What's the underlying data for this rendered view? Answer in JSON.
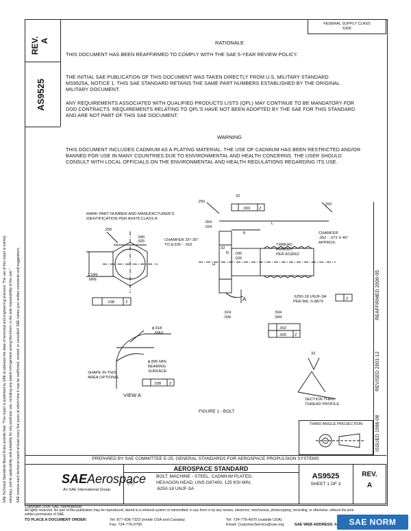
{
  "header": {
    "rev_label": "REV.",
    "rev_value": "A",
    "doc_number": "AS9525",
    "federal_supply_class_label": "FEDERAL SUPPLY CLASS",
    "federal_supply_class_value": "5306"
  },
  "side_notice": {
    "line1": "SAE Technical Standards Board Rules provide that: \"This report is published by SAE to advance the state of technical and engineering sciences. The use of this report is entirely",
    "line2": "voluntary, and its applicability and suitability for any particular use, including any patent infringement arising therefrom, is the sole responsibility of the user.\"",
    "line3": "SAE reviews each technical report at least every five years at which time it may be reaffirmed, revised, or cancelled. SAE invites your written comments and suggestions."
  },
  "rationale": {
    "title": "RATIONALE",
    "p1": "THIS DOCUMENT HAS BEEN REAFFIRMED TO COMPLY WITH THE SAE 5-YEAR REVIEW POLICY.",
    "p2": "THE INITIAL SAE PUBLICATION OF THIS DOCUMENT WAS TAKEN DIRECTLY FROM U.S. MILITARY STANDARD MS9525A, NOTICE 1. THIS SAE STANDARD RETAINS THE SAME PART NUMBERS ESTABLISHED BY THE ORIGINAL MILITARY DOCUMENT.",
    "p3": "ANY REQUIREMENTS ASSOCIATED WITH QUALIFIED PRODUCTS LISTS (QPL) MAY CONTINUE TO BE MANDATORY FOR DOD CONTRACTS. REQUIREMENTS RELATING TO QPL'S HAVE NOT BEEN ADOPTED BY THE SAE FOR THIS STANDARD AND ARE NOT PART OF THIS SAE DOCUMENT."
  },
  "warning": {
    "title": "WARNING",
    "text": "THIS DOCUMENT INCLUDES CADMIUM AS A PLATING MATERIAL. THE USE OF CADMIUM HAS BEEN RESTRICTED AND/OR BANNED FOR USE IN MANY COUNTRIES DUE TO ENVIRONMENTAL AND HEALTH CONCERNS. THE USER SHOULD CONSULT WITH LOCAL OFFICIALS ON THE ENVIRONMENTAL AND HEALTH REGULATIONS REGARDING ITS USE."
  },
  "drawing": {
    "mark_note": "MARK PART NUMBER AND MANUFACTURER'S IDENTIFICATION PER AS478 CLASS A",
    "dim_250a": ".250",
    "dim_940": ".940",
    "dim_925": ".925",
    "chamfer_head": "CHAMFER 25°-35°",
    "chamfer_head2": "TO ϕ.936 - .916",
    "dim_1049": "1.049",
    "min": "MIN",
    "tol_038": ".038",
    "datum_z": "Z",
    "dim_250b": ".250",
    "dim_32a": "32",
    "tol_003": ".003",
    "datum_z2": "Z",
    "dim_L": "L",
    "dim_354": ".354",
    "dim_334": ".334",
    "dim_K": "K",
    "dim_030": ".030",
    "dim_025": ".025",
    "dim_R": "R",
    "dim_H": "H",
    "dim_32b": "32",
    "thread_runout": "THREAD",
    "thread_runout2": "RUNOUT",
    "thread_runout3": "PER AS3062",
    "chamfer_tip": "CHAMFER",
    "chamfer_tip2": ".052 - .072 X 45°",
    "chamfer_tip3": "APPROX.",
    "dim_250c": ".250",
    "thread_spec": ".6250-18 UNJF-3A",
    "thread_spec2": "PER MIL-S-8879",
    "datum_z3": "Z",
    "dim_024": ".024",
    "dim_006": ".006",
    "dim_594": ".594",
    "dim_584": ".584",
    "tol_002": ".002",
    "tol_005": ".005",
    "datum_z4": "Z",
    "arrow_A": "A",
    "dim_918": "ϕ.918",
    "max": "MAX",
    "bearing1": "ϕ.895 MIN",
    "bearing2": "BEARING",
    "bearing3": "SURFACE",
    "tol_038b": ".038",
    "datum_z5": "Z",
    "shape_note": "SHAPE IN THIS",
    "shape_note2": "AREA OPTIONAL",
    "view_a": "VIEW A",
    "dim_32c": "32",
    "section_label": "SECTION THRU",
    "section_label2": "THREAD PROFILE",
    "figure_caption": "FIGURE 1 - BOLT"
  },
  "right_margin": {
    "reaffirmed": "REAFFIRMED 2006-05",
    "revised": "REVISED 2001-12",
    "issued": "ISSUED 1996-08"
  },
  "third_angle": "THIRD ANGLE PROJECTION",
  "prepared_by": "PREPARED BY SAE COMMITTEE E-25, GENERAL STANDARDS FOR AEROSPACE PROPULSION SYSTEMS",
  "title_block": {
    "logo_sae": "SAE",
    "logo_aero": "Aerospace",
    "logo_tag": "An SAE International Group",
    "std_title": "AEROSPACE STANDARD",
    "r_mark": "(R)",
    "desc1": "BOLT, MACHINE - STEEL, CADMIUM PLATED,",
    "desc2": "HEXAGON HEAD, UNS G87400, 125 KSI MIN,",
    "desc3": ".6250-18 UNJF-3A",
    "doc": "AS9525",
    "sheet": "SHEET 1 OF 3",
    "rev_label": "REV.",
    "rev_value": "A"
  },
  "footer": {
    "copyright": "Copyright 2006 SAE International",
    "rights": "All rights reserved. No part of this publication may be reproduced, stored in a retrieval system or transmitted, in any form or by any means, electronic, mechanical, photocopying, recording, or otherwise, without the prior written permission of SAE.",
    "order_label": "TO PLACE A DOCUMENT ORDER:",
    "tel1": "Tel: 877-606-7323 (inside USA and Canada)",
    "fax1": "Fax: 724-776-0790",
    "tel2": "Tel: 724-776-4970 (outside USA)",
    "email": "Email: CustomerService@sae.org",
    "web": "SAE WEB ADDRESS: http://www.sae.org"
  },
  "badge": "SAE NORM"
}
